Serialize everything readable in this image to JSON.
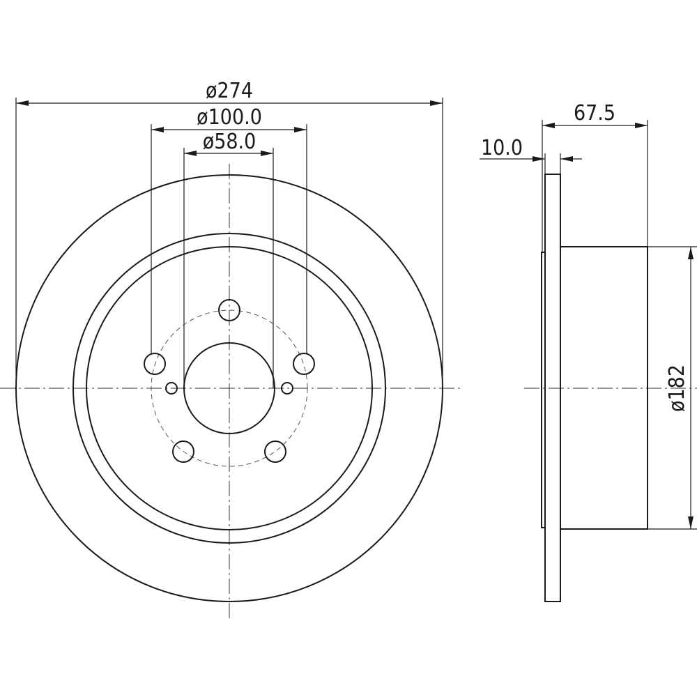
{
  "drawing": {
    "front_view": {
      "dims": {
        "outer_diameter": "ø274",
        "bolt_circle": "ø100.0",
        "center_bore": "ø58.0"
      }
    },
    "side_view": {
      "dims": {
        "overall_height": "67.5",
        "disc_thickness": "10.0",
        "hat_diameter": "ø182"
      }
    },
    "colors": {
      "line": "#1a1a1a",
      "background": "#ffffff"
    }
  }
}
